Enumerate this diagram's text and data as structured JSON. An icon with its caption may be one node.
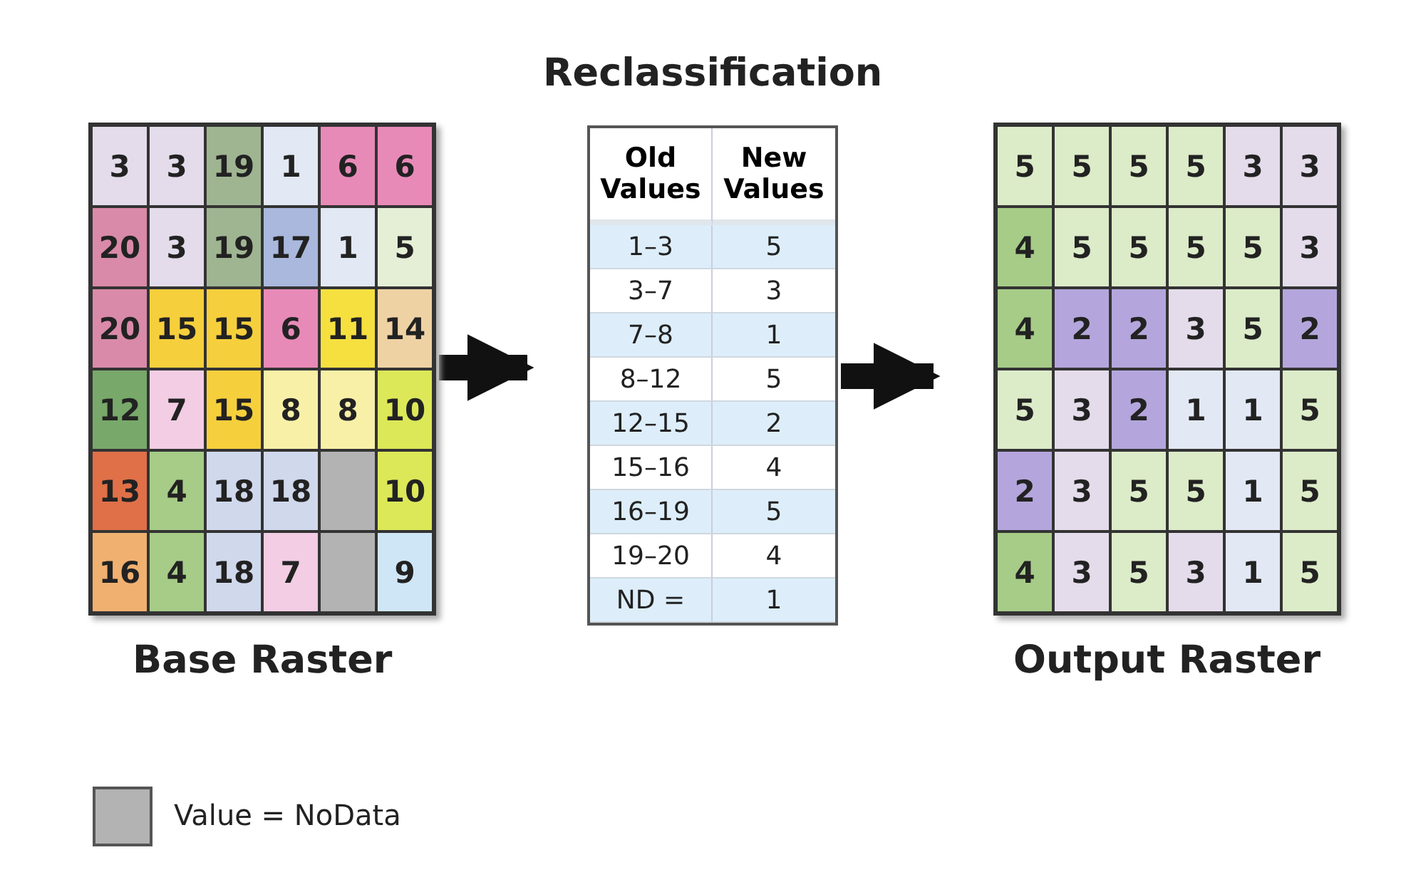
{
  "diagram": {
    "nodes": [
      {
        "text": [
          "Base Raster"
        ]
      },
      {
        "text": [
          "Reclassification"
        ]
      },
      {
        "text": [
          "Output Raster"
        ]
      }
    ],
    "edges": [
      {
        "from": 0,
        "to": 1,
        "arrow": "to"
      },
      {
        "from": 1,
        "to": 2,
        "arrow": "to"
      }
    ],
    "labels": [
      "3",
      "3",
      "19",
      "1",
      "6",
      "6",
      "20",
      "3",
      "19",
      "17",
      "1",
      "5",
      "20",
      "15",
      "15",
      "6",
      "11",
      "14",
      "12",
      "7",
      "15",
      "8",
      "8",
      "10",
      "13",
      "4",
      "18",
      "18",
      "10",
      "16",
      "4",
      "18",
      "7",
      "9",
      "Old Values",
      "New Values",
      "1–3",
      "5",
      "3–7",
      "3",
      "7–8",
      "1",
      "8–12",
      "5",
      "12–15",
      "2",
      "15–16",
      "4",
      "16–19",
      "5",
      "19–20",
      "4",
      "ND =",
      "1",
      "5",
      "5",
      "5",
      "5",
      "3",
      "3",
      "4",
      "5",
      "5",
      "5",
      "5",
      "3",
      "4",
      "2",
      "2",
      "3",
      "5",
      "2",
      "5",
      "3",
      "2",
      "1",
      "1",
      "5",
      "2",
      "3",
      "5",
      "5",
      "1",
      "5",
      "4",
      "3",
      "5",
      "3",
      "1",
      "5"
    ],
    "legend": [
      {
        "text": "Value = NoData",
        "color": "#b3b3b3"
      }
    ]
  }
}
